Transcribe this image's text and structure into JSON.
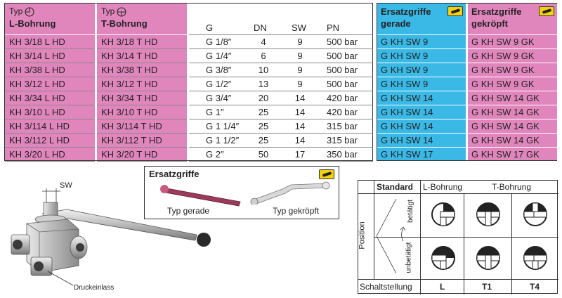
{
  "main_table": {
    "col_l": {
      "typ_label": "Typ",
      "title": "L-Bohrung",
      "icon": "l-bore-circle-icon"
    },
    "col_t": {
      "typ_label": "Typ",
      "title": "T-Bohrung",
      "icon": "t-bore-circle-icon"
    },
    "headers": {
      "g": "G",
      "dn": "DN",
      "sw": "SW",
      "pn": "PN"
    },
    "rows": [
      {
        "l": "KH 3/18 L HD",
        "t": "KH 3/18 T HD",
        "g": "G 1/8″",
        "dn": "4",
        "sw": "9",
        "pn": "500 bar"
      },
      {
        "l": "KH 3/14 L HD",
        "t": "KH 3/14 T HD",
        "g": "G 1/4″",
        "dn": "6",
        "sw": "9",
        "pn": "500 bar"
      },
      {
        "l": "KH 3/38 L HD",
        "t": "KH 3/38 T HD",
        "g": "G 3/8″",
        "dn": "10",
        "sw": "9",
        "pn": "500 bar"
      },
      {
        "l": "KH 3/12 L HD",
        "t": "KH 3/12 T HD",
        "g": "G 1/2″",
        "dn": "13",
        "sw": "9",
        "pn": "500 bar"
      },
      {
        "l": "KH 3/34 L HD",
        "t": "KH 3/34 T HD",
        "g": "G 3/4″",
        "dn": "20",
        "sw": "14",
        "pn": "420 bar"
      },
      {
        "l": "KH 3/10 L HD",
        "t": "KH 3/10 T HD",
        "g": "G 1″",
        "dn": "25",
        "sw": "14",
        "pn": "420 bar"
      },
      {
        "l": "KH 3/114 L HD",
        "t": "KH 3/114 T HD",
        "g": "G 1 1/4″",
        "dn": "25",
        "sw": "14",
        "pn": "315 bar"
      },
      {
        "l": "KH 3/112 L HD",
        "t": "KH 3/112 T HD",
        "g": "G 1 1/2″",
        "dn": "25",
        "sw": "14",
        "pn": "315 bar"
      },
      {
        "l": "KH 3/20 L HD",
        "t": "KH 3/20 T HD",
        "g": "G 2″",
        "dn": "50",
        "sw": "17",
        "pn": "350 bar"
      }
    ]
  },
  "ersatz_table": {
    "col_a": {
      "title_1": "Ersatzgriffe",
      "title_2": "gerade",
      "icon": "wrench-badge-icon"
    },
    "col_b": {
      "title_1": "Ersatzgriffe",
      "title_2": "gekröpft",
      "icon": "wrench-badge-icon"
    },
    "rows": [
      {
        "a": "G KH SW 9",
        "b": "G KH SW 9 GK"
      },
      {
        "a": "G KH SW 9",
        "b": "G KH SW 9 GK"
      },
      {
        "a": "G KH SW 9",
        "b": "G KH SW 9 GK"
      },
      {
        "a": "G KH SW 9",
        "b": "G KH SW 9 GK"
      },
      {
        "a": "G KH SW 14",
        "b": "G KH SW 14 GK"
      },
      {
        "a": "G KH SW 14",
        "b": "G KH SW 14 GK"
      },
      {
        "a": "G KH SW 14",
        "b": "G KH SW 14 GK"
      },
      {
        "a": "G KH SW 14",
        "b": "G KH SW 14 GK"
      },
      {
        "a": "G KH SW 17",
        "b": "G KH SW 17 GK"
      }
    ]
  },
  "griff_box": {
    "title": "Ersatzgriffe",
    "label_straight": "Typ gerade",
    "label_cranked": "Typ gekröpft",
    "icon": "wrench-badge-icon"
  },
  "valve": {
    "sw_label": "SW",
    "inlet_label": "Druckeinlass"
  },
  "schalt": {
    "standard": "Standard",
    "l_bohrung": "L-Bohrung",
    "t_bohrung": "T-Bohrung",
    "position": "Position",
    "betaetigt": "betätigt",
    "unbetaetigt": "unbetätigt",
    "schaltstellung": "Schaltstellung",
    "l": "L",
    "t1": "T1",
    "t4": "T4"
  },
  "colors": {
    "pink": "#e186bd",
    "blue": "#3ab9e6",
    "badge": "#f4d10f"
  }
}
